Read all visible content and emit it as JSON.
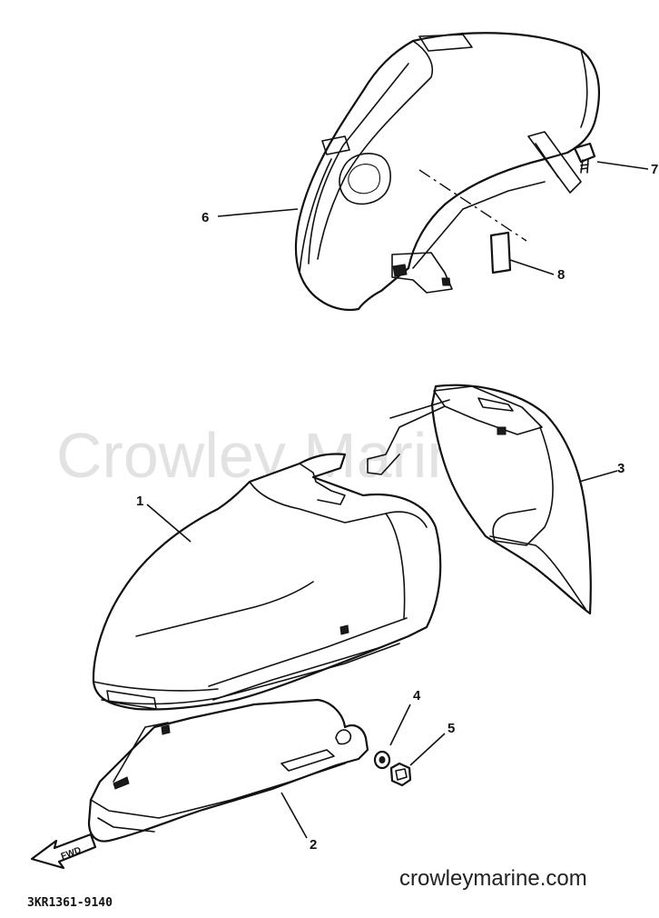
{
  "diagram": {
    "watermark": "Crowley Marine",
    "website": "crowleymarine.com",
    "drawing_code": "3KR1361-9140",
    "direction_arrow": "FWD",
    "callouts": [
      {
        "id": "callout-1",
        "label": "1"
      },
      {
        "id": "callout-2",
        "label": "2"
      },
      {
        "id": "callout-3",
        "label": "3"
      },
      {
        "id": "callout-4",
        "label": "4"
      },
      {
        "id": "callout-5",
        "label": "5"
      },
      {
        "id": "callout-6",
        "label": "6"
      },
      {
        "id": "callout-7",
        "label": "7"
      },
      {
        "id": "callout-8",
        "label": "8"
      }
    ]
  }
}
